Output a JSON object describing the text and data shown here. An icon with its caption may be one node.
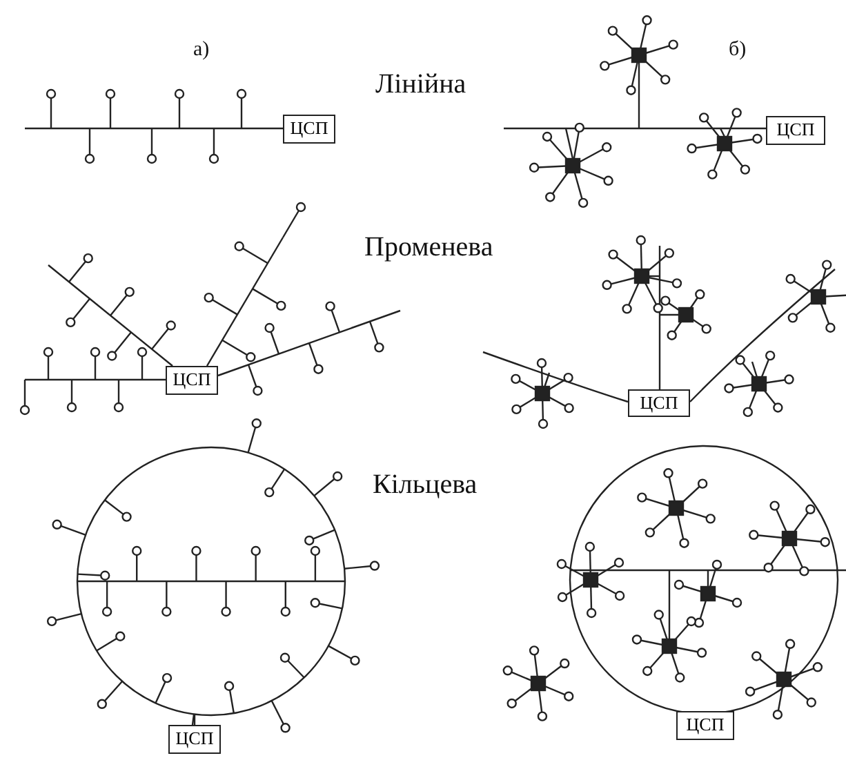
{
  "diagram": {
    "nodes": [
      {
        "text": [
          "ЦСП"
        ]
      },
      {
        "text": [
          "ЦСП"
        ]
      },
      {
        "text": [
          "ЦСП"
        ]
      },
      {
        "text": [
          "ЦСП"
        ]
      },
      {
        "text": [
          "ЦСП"
        ]
      },
      {
        "text": [
          "ЦСП"
        ]
      }
    ],
    "labels": [
      "а)",
      "б)",
      "Лінійна",
      "Променева",
      "Кільцева"
    ]
  }
}
